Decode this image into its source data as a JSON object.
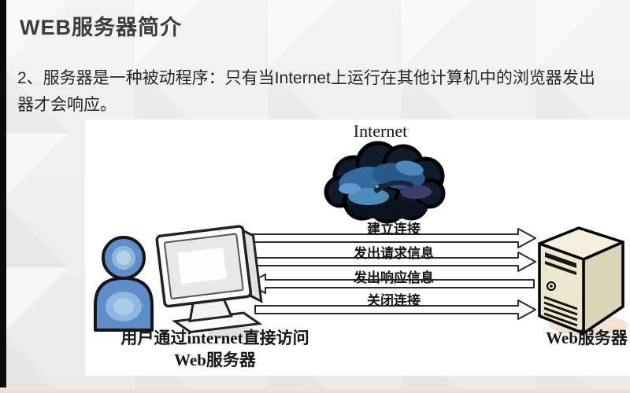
{
  "header": {
    "title": "WEB服务器简介"
  },
  "body": {
    "line1": "2、服务器是一种被动程序：只有当Internet上运行在其他计算机中的浏览器发出",
    "line2": "器才会响应。"
  },
  "diagram": {
    "internet_label": "Internet",
    "arrows": [
      {
        "label": "建立连接",
        "direction": "right"
      },
      {
        "label": "发出请求信息",
        "direction": "right"
      },
      {
        "label": "发出响应信息",
        "direction": "left"
      },
      {
        "label": "关闭连接",
        "direction": "right"
      }
    ],
    "client_caption_line1": "用户通过internet直接访问",
    "client_caption_line2": "Web服务器",
    "server_label": "Web服务器",
    "icons": {
      "cloud": "internet-cloud-icon",
      "user": "user-icon",
      "monitor": "monitor-icon",
      "server": "server-tower-icon"
    },
    "colors": {
      "cloud_blue": "#356a9f",
      "cloud_dark": "#101c2c",
      "user_blue": "#5f8dc9",
      "server_beige": "#ece7cf",
      "bottom_accent": "#f1d7d1"
    }
  }
}
